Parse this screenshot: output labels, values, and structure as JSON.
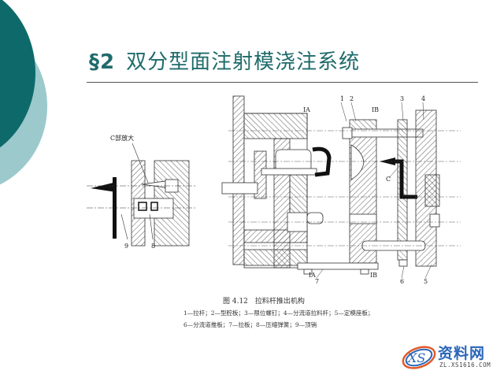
{
  "slide": {
    "section_marker": "§2",
    "title": "双分型面注射模浇注系统",
    "colors": {
      "title": "#1f6b6b",
      "deco_dark": "#0e6a6a",
      "deco_light": "#9cc9cc"
    }
  },
  "figure": {
    "detail_label": "C部放大",
    "detail_part_numbers": [
      "9",
      "8"
    ],
    "main_labels": {
      "top": [
        "IA",
        "1",
        "2",
        "IB",
        "3",
        "4"
      ],
      "middle": [
        "C"
      ],
      "bottom": [
        "IA",
        "7",
        "IB",
        "6",
        "5"
      ]
    },
    "caption_title": "图 4.12　拉料杆推出机构",
    "caption_line1": "1—拉杆；2—型腔板；3—限位螺钉；4—分流道拉料杆；5—定模座板；",
    "caption_line2": "6—分流道推板；7—拉板；8—压缩弹簧；9—顶销"
  },
  "watermark": {
    "logo_text": "XS",
    "name": "资料网",
    "url": "ZL.XS1616.COM"
  }
}
